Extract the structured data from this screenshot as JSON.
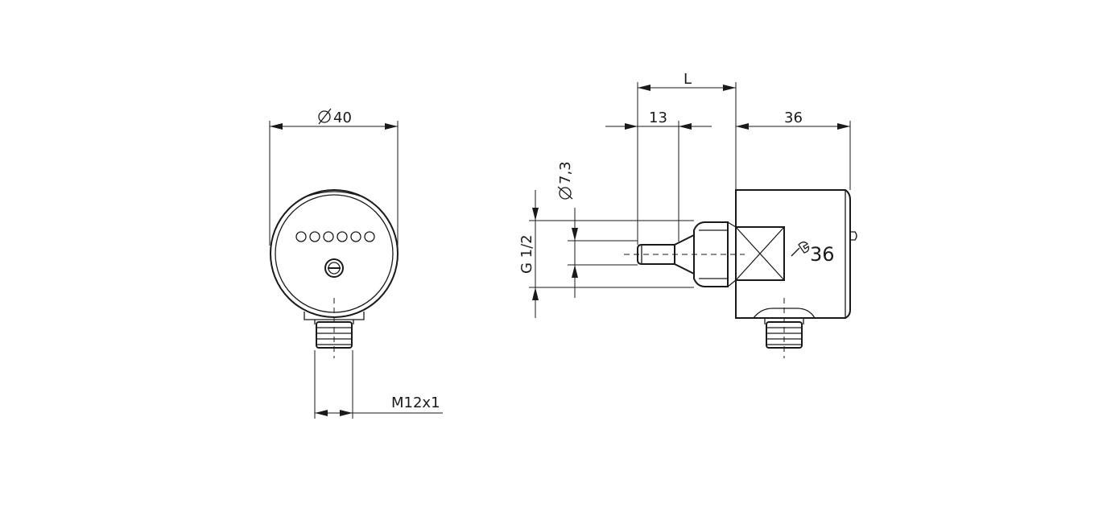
{
  "dimensions": {
    "diameter_40": "40",
    "length_L": "L",
    "length_13": "13",
    "length_36": "36",
    "diameter_7_3": "7,3",
    "thread_g": "G 1/2",
    "connector_thread": "M12x1",
    "wrench_size": "36"
  },
  "colors": {
    "line": "#1a1a1a",
    "background": "#ffffff"
  },
  "icons": {
    "diameter_symbol": "diameter-icon",
    "wrench_symbol": "wrench-icon"
  }
}
